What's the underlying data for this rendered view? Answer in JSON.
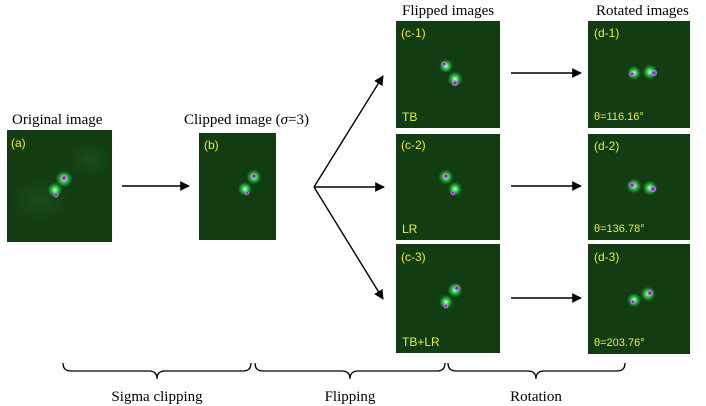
{
  "headings": {
    "original": "Original image",
    "clipped_pre": "Clipped image (",
    "sigma": "σ",
    "clipped_post": "=3)",
    "flipped": "Flipped images",
    "rotated": "Rotated images"
  },
  "panels": {
    "a": {
      "tag": "(a)"
    },
    "b": {
      "tag": "(b)"
    },
    "c1": {
      "tag": "(c-1)",
      "caption": "TB"
    },
    "c2": {
      "tag": "(c-2)",
      "caption": "LR"
    },
    "c3": {
      "tag": "(c-3)",
      "caption": "TB+LR"
    },
    "d1": {
      "tag": "(d-1)",
      "caption": "θ=116.16°"
    },
    "d2": {
      "tag": "(d-2)",
      "caption": "θ=136.78°"
    },
    "d3": {
      "tag": "(d-3)",
      "caption": "θ=203.76°"
    }
  },
  "stages": {
    "sigma_clipping": "Sigma clipping",
    "flipping": "Flipping",
    "rotation": "Rotation"
  },
  "colors": {
    "panel_background": "#123d12",
    "label_text": "#e8ec3a",
    "source_glow": "#1fdc3a",
    "source_core": "#c65ad6"
  }
}
